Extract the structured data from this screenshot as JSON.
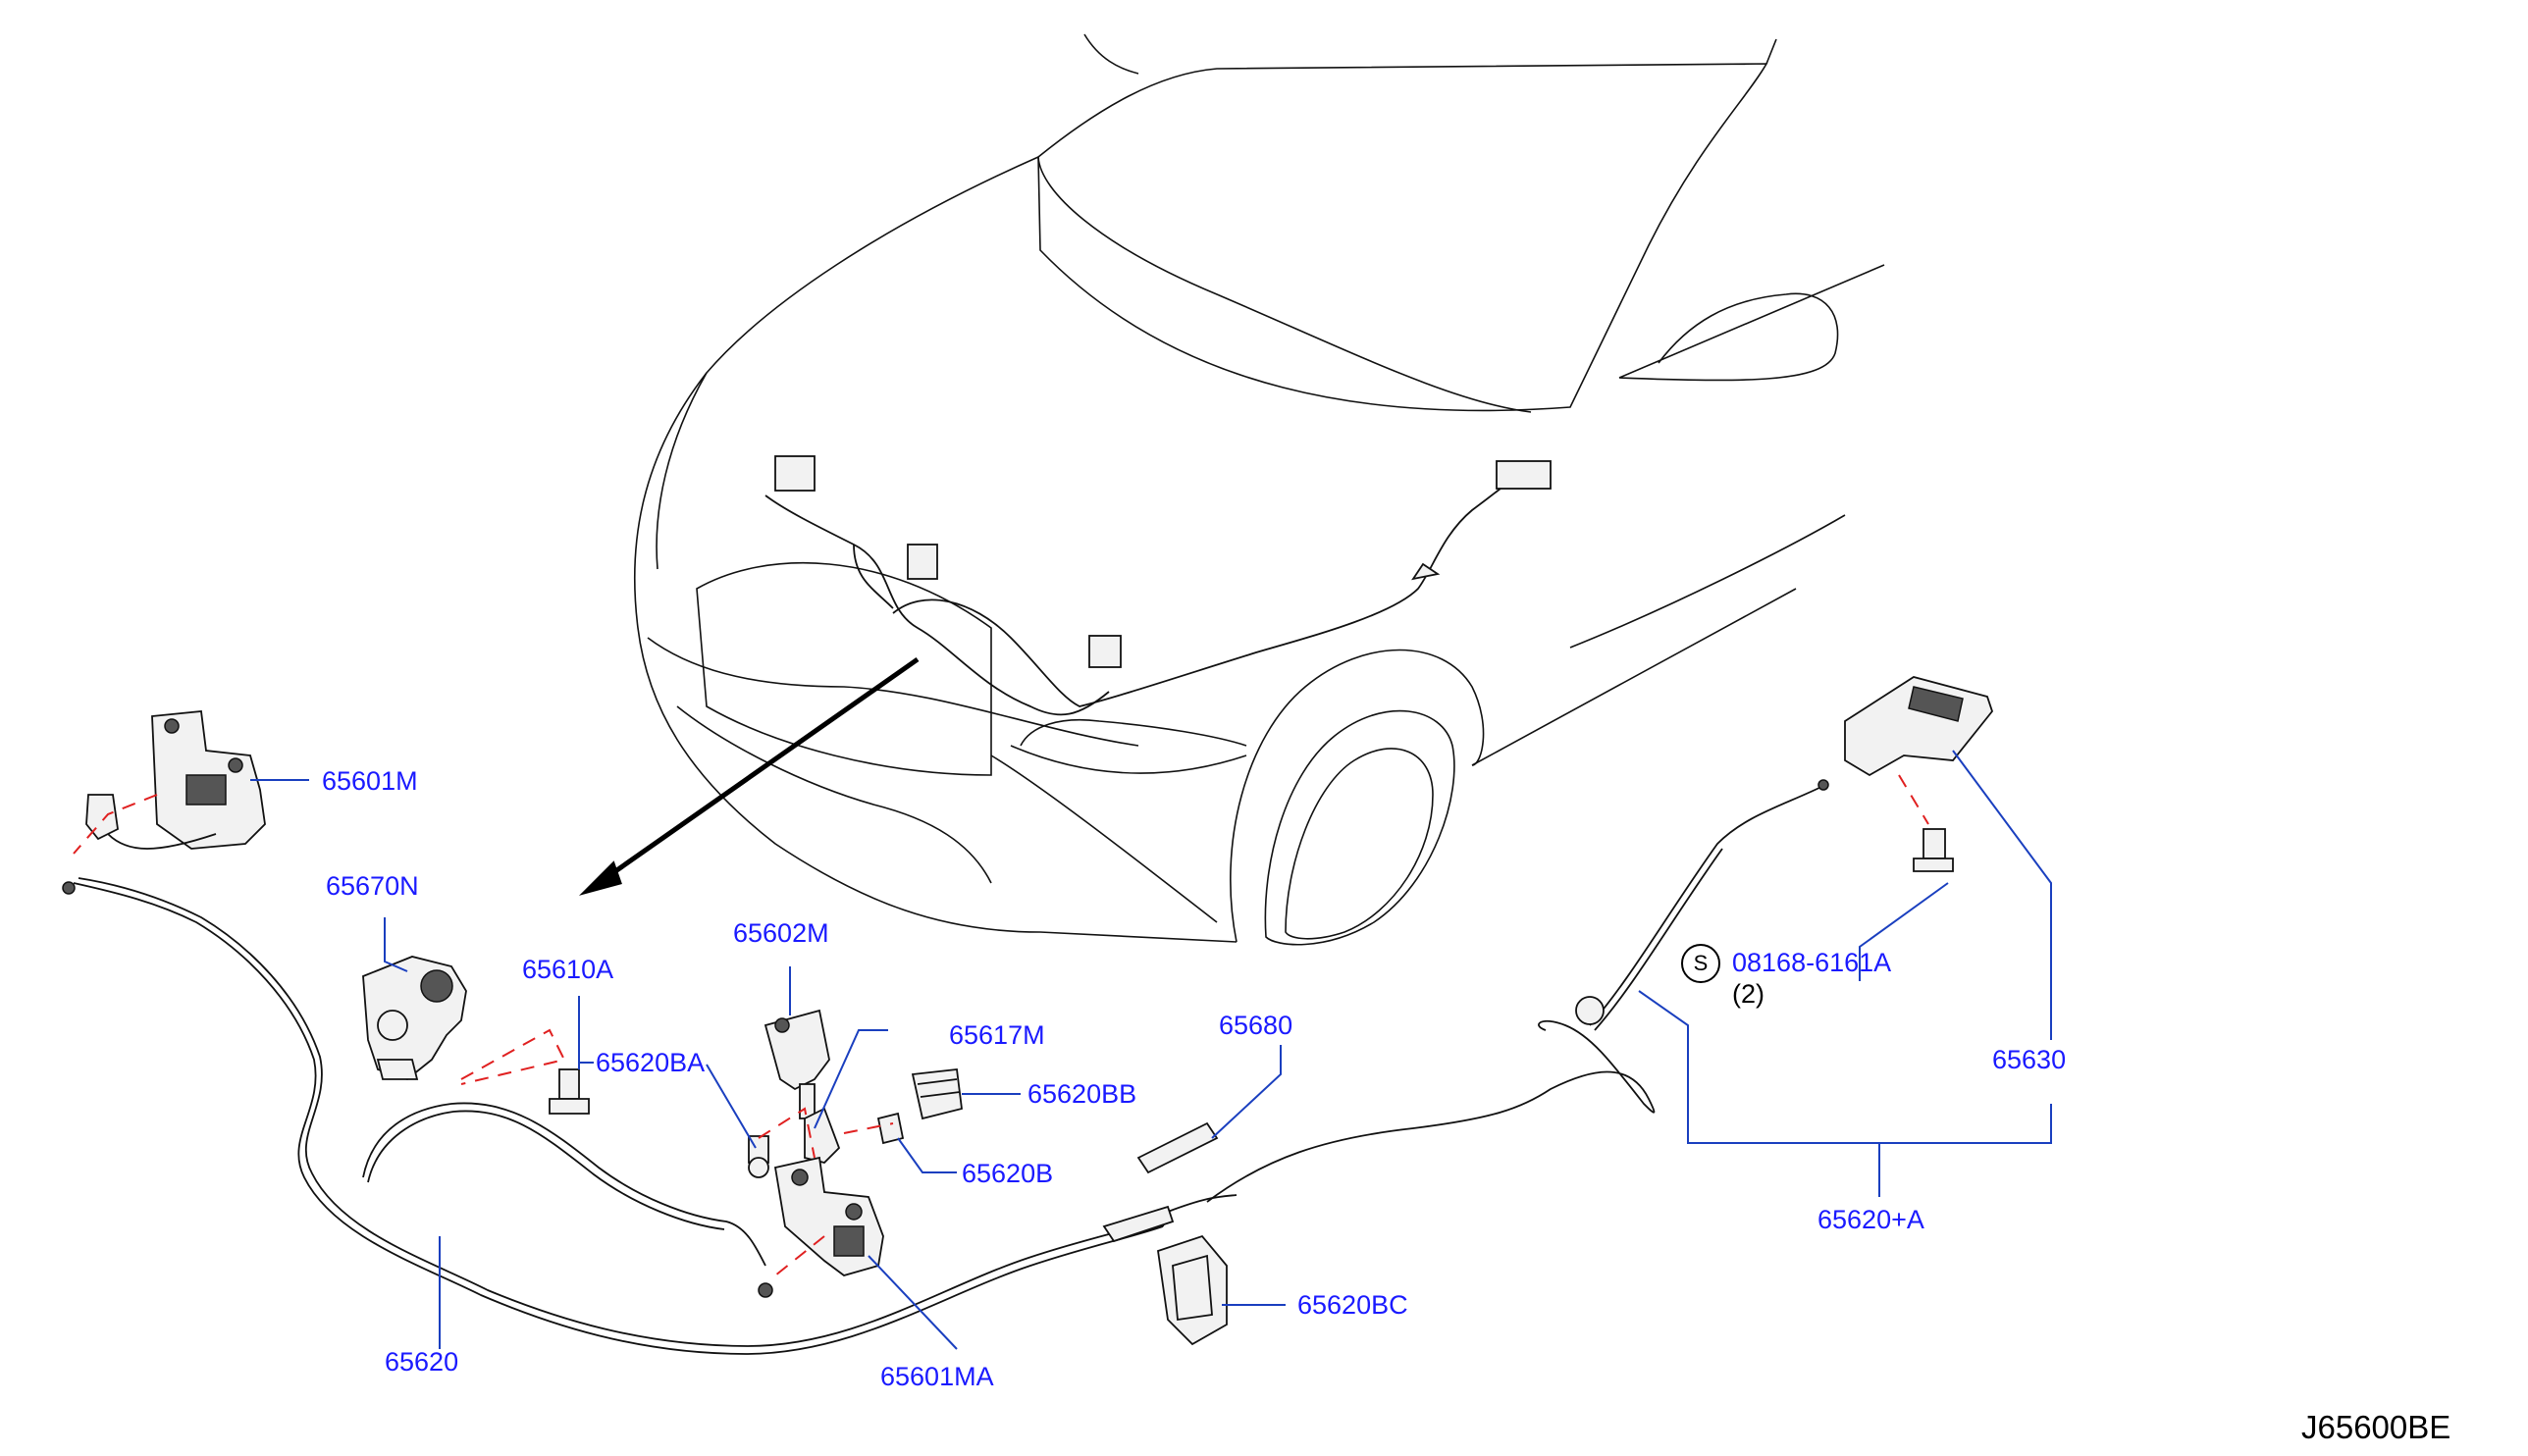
{
  "diagram_code": "J65600BE",
  "callouts": {
    "p65601M": "65601M",
    "p65670N": "65670N",
    "p65610A": "65610A",
    "p65620BA": "65620BA",
    "p65602M": "65602M",
    "p65617M": "65617M",
    "p65620BB": "65620BB",
    "p65620B": "65620B",
    "p65680": "65680",
    "p65620": "65620",
    "p65601MA": "65601MA",
    "p65620BC": "65620BC",
    "p08168": "08168-6161A",
    "qty08168": "(2)",
    "p65630": "65630",
    "p65620A": "65620+A"
  },
  "std_part_symbol": "S",
  "colors": {
    "callout_text": "#1a1aff",
    "leader_line": "#1a3fbf",
    "dash_line": "#e02020"
  }
}
